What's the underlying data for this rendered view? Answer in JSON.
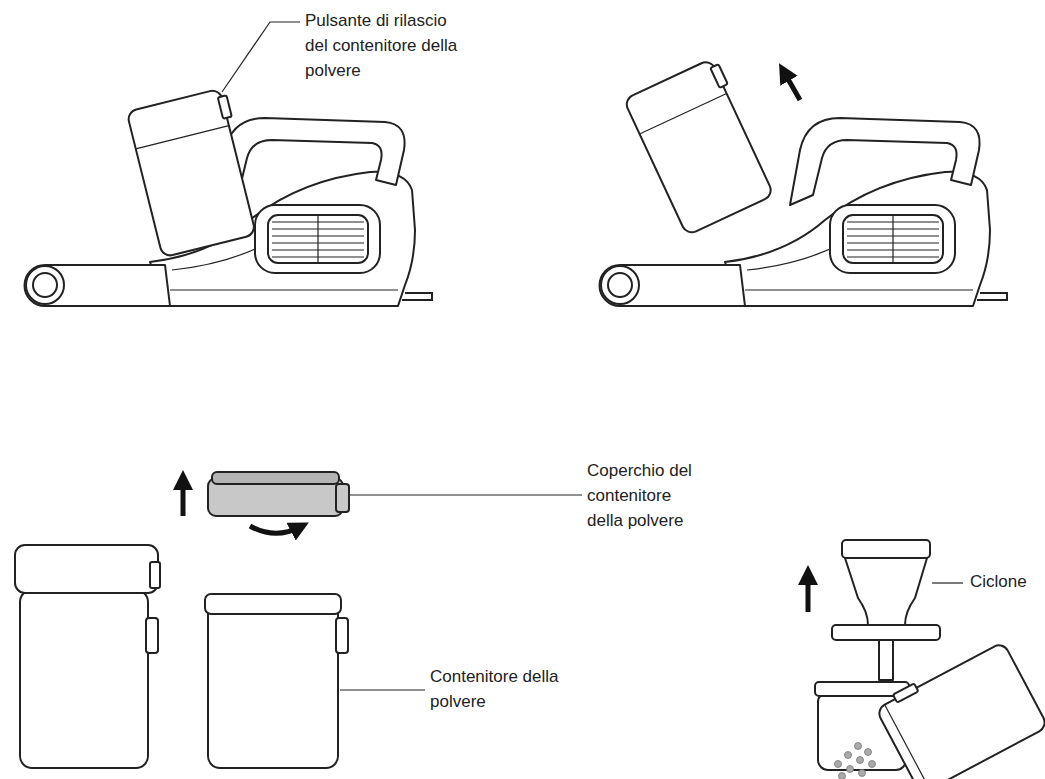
{
  "diagram": {
    "labels": [
      "Pulsante di rilascio del contenitore della polvere",
      "Coperchio del contenitore della polvere",
      "Contenitore della polvere",
      "Ciclone"
    ]
  }
}
